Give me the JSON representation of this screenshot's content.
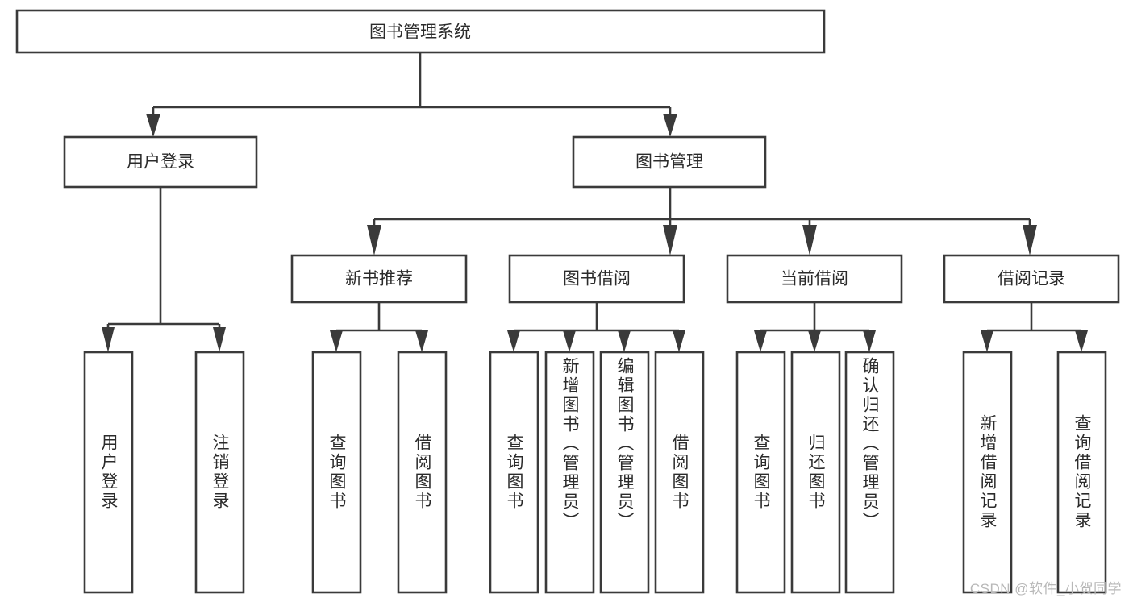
{
  "diagram": {
    "type": "tree-hierarchy",
    "title": "图书管理系统",
    "root": {
      "label": "图书管理系统"
    },
    "level2": [
      {
        "id": "user-login",
        "label": "用户登录"
      },
      {
        "id": "book-management",
        "label": "图书管理"
      }
    ],
    "level3": [
      {
        "id": "new-book-recommend",
        "label": "新书推荐",
        "parent": "book-management"
      },
      {
        "id": "book-borrow",
        "label": "图书借阅",
        "parent": "book-management"
      },
      {
        "id": "current-borrow",
        "label": "当前借阅",
        "parent": "book-management"
      },
      {
        "id": "borrow-record",
        "label": "借阅记录",
        "parent": "book-management"
      }
    ],
    "leaves": [
      {
        "id": "leaf-user-login",
        "label": "用户登录",
        "parent": "user-login"
      },
      {
        "id": "leaf-user-logout",
        "label": "注销登录",
        "parent": "user-login"
      },
      {
        "id": "leaf-query-book-1",
        "label": "查询图书",
        "parent": "new-book-recommend"
      },
      {
        "id": "leaf-borrow-book-1",
        "label": "借阅图书",
        "parent": "new-book-recommend"
      },
      {
        "id": "leaf-query-book-2",
        "label": "查询图书",
        "parent": "book-borrow"
      },
      {
        "id": "leaf-add-book",
        "label": "新增图书（管理员）",
        "parent": "book-borrow"
      },
      {
        "id": "leaf-edit-book",
        "label": "编辑图书（管理员）",
        "parent": "book-borrow"
      },
      {
        "id": "leaf-borrow-book-2",
        "label": "借阅图书",
        "parent": "book-borrow"
      },
      {
        "id": "leaf-query-book-3",
        "label": "查询图书",
        "parent": "current-borrow"
      },
      {
        "id": "leaf-return-book",
        "label": "归还图书",
        "parent": "current-borrow"
      },
      {
        "id": "leaf-confirm-return",
        "label": "确认归还（管理员）",
        "parent": "current-borrow"
      },
      {
        "id": "leaf-add-record",
        "label": "新增借阅记录",
        "parent": "borrow-record"
      },
      {
        "id": "leaf-query-record",
        "label": "查询借阅记录",
        "parent": "borrow-record"
      }
    ],
    "watermark": "CSDN @软件_小贺同学",
    "colors": {
      "stroke": "#3a3a3a",
      "fill": "#ffffff",
      "text": "#2b2b2b",
      "watermark": "#b8b8b8",
      "background": "#ffffff"
    }
  }
}
